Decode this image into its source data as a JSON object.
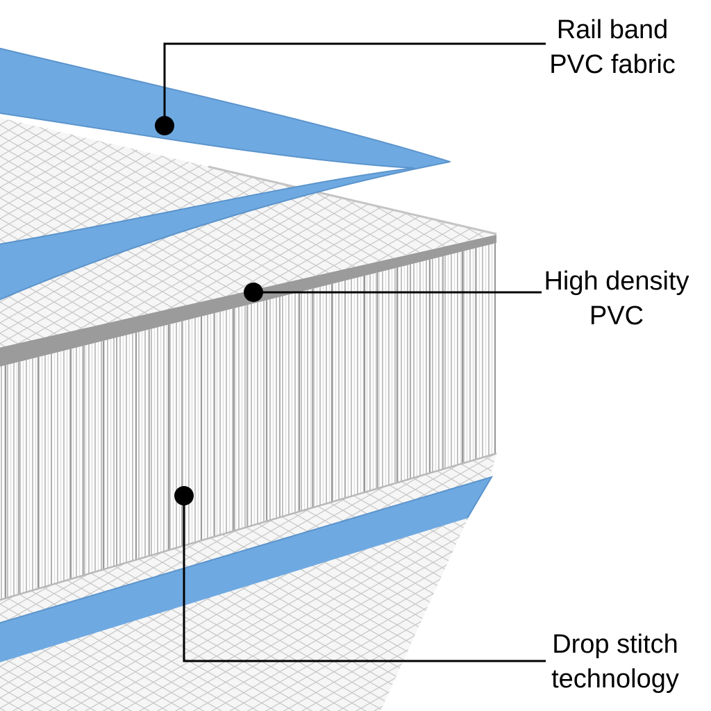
{
  "diagram": {
    "callouts": [
      {
        "id": "rail-band",
        "line1": "Rail band",
        "line2": "PVC fabric"
      },
      {
        "id": "high-density",
        "line1": "High density",
        "line2": "PVC"
      },
      {
        "id": "drop-stitch",
        "line1": "Drop stitch",
        "line2": "technology"
      }
    ],
    "colors": {
      "rail_band_blue": "#6FA9E1",
      "rail_band_blue_edge": "#5B94CC",
      "pvc_gray": "#9B9B9B",
      "mesh_line_gray": "#C9C9C9",
      "thread_gray": "#C2C2C2",
      "callout_black": "#000000",
      "background": "#FFFFFF"
    }
  }
}
